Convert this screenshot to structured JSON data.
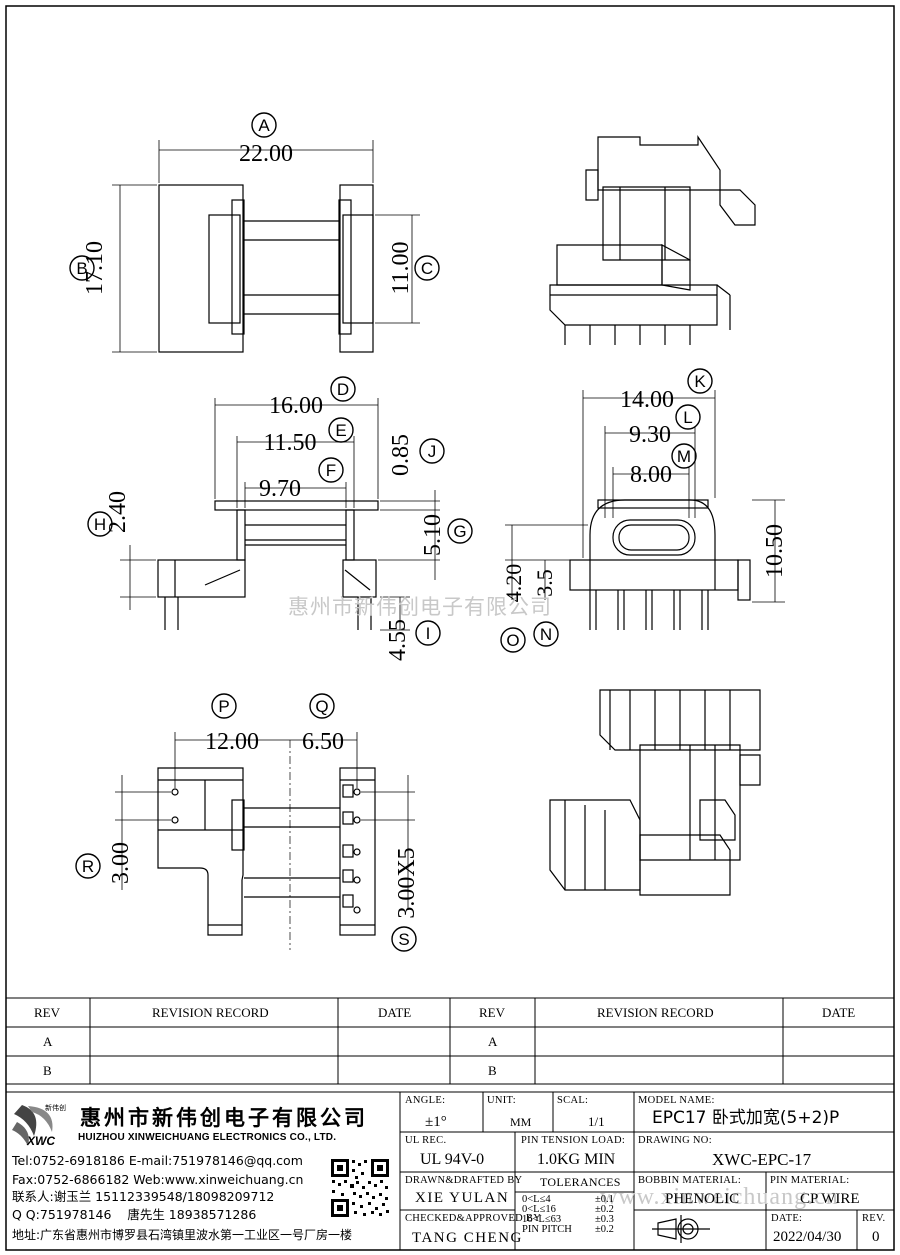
{
  "dimensions": {
    "A": {
      "letter": "A",
      "value": "22.00"
    },
    "B": {
      "letter": "B",
      "value": "17.10"
    },
    "C": {
      "letter": "C",
      "value": "11.00"
    },
    "D": {
      "letter": "D",
      "value": "16.00"
    },
    "E": {
      "letter": "E",
      "value": "11.50"
    },
    "F": {
      "letter": "F",
      "value": "9.70"
    },
    "G": {
      "letter": "G",
      "value": "5.10"
    },
    "H": {
      "letter": "H",
      "value": "2.40"
    },
    "I": {
      "letter": "I",
      "value": "4.55"
    },
    "J": {
      "letter": "J",
      "value": "0.85"
    },
    "K": {
      "letter": "K",
      "value": "14.00"
    },
    "L": {
      "letter": "L",
      "value": "9.30"
    },
    "M": {
      "letter": "M",
      "value": "8.00"
    },
    "N": {
      "letter": "N",
      "value": "3.5"
    },
    "O": {
      "letter": "O",
      "value": "4.20"
    },
    "P": {
      "letter": "P",
      "value": "12.00"
    },
    "Q": {
      "letter": "Q",
      "value": "6.50"
    },
    "R": {
      "letter": "R",
      "value": "3.00"
    },
    "S": {
      "letter": "S",
      "value": "3.00X5"
    },
    "V": {
      "value": "10.50"
    }
  },
  "watermark": {
    "center": "惠州市新伟创电子有限公司",
    "bottom": "www.xinweichuang.cn"
  },
  "revision": {
    "rev": "REV",
    "record": "REVISION RECORD",
    "date": "DATE",
    "row_a": "A",
    "row_b": "B"
  },
  "company": {
    "logo_text": "XWC",
    "logo_small": "新伟创",
    "name_cn": "惠州市新伟创电子有限公司",
    "name_en": "HUIZHOU XINWEICHUANG ELECTRONICS CO., LTD.",
    "tel_line": "Tel:0752-6918186 E-mail:751978146@qq.com",
    "fax_line": "Fax:0752-6866182 Web:www.xinweichuang.cn",
    "contact_line": "联系人:谢玉兰 15112339548/18098209712",
    "qq_line": "Q Q:751978146    唐先生 18938571286",
    "address_line": "地址:广东省惠州市博罗县石湾镇里波水第一工业区一号厂房一楼"
  },
  "title_block": {
    "angle_label": "ANGLE:",
    "angle_value": "±1°",
    "unit_label": "UNIT:",
    "unit_value": "MM",
    "scale_label": "SCAL:",
    "scale_value": "1/1",
    "model_label": "MODEL NAME:",
    "model_value": "EPC17 卧式加宽(5+2)P",
    "ul_label": "UL REC.",
    "ul_value": "UL 94V-0",
    "pin_tension_label": "PIN TENSION LOAD:",
    "pin_tension_value": "1.0KG MIN",
    "drawing_no_label": "DRAWING NO:",
    "drawing_no_value": "XWC-EPC-17",
    "drawn_label": "DRAWN&DRAFTED BY",
    "drawn_value": "XIE YULAN",
    "tolerances_label": "TOLERANCES",
    "tol_rows": [
      {
        "range": "0<L≤4",
        "tol": "±0.1"
      },
      {
        "range": "0<L≤16",
        "tol": "±0.2"
      },
      {
        "range": "16<L≤63",
        "tol": "±0.3"
      },
      {
        "range": "PIN PITCH",
        "tol": "±0.2"
      }
    ],
    "bobbin_label": "BOBBIN MATERIAL:",
    "bobbin_value": "PHENOLIC",
    "pin_material_label": "PIN MATERIAL:",
    "pin_material_value": "CP WIRE",
    "checked_label": "CHECKED&APPROVED BY",
    "checked_value": "TANG CHENG",
    "date_label": "DATE:",
    "date_value": "2022/04/30",
    "rev_label": "REV.",
    "rev_value": "0"
  }
}
